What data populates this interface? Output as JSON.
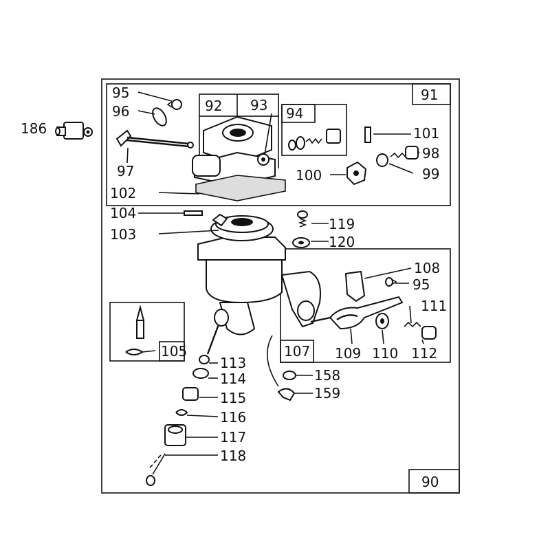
{
  "callouts": {
    "c186": "186",
    "c91": "91",
    "c92": "92",
    "c93": "93",
    "c94": "94",
    "c95a": "95",
    "c96": "96",
    "c97": "97",
    "c101": "101",
    "c98": "98",
    "c99": "99",
    "c100": "100",
    "c102": "102",
    "c104": "104",
    "c103": "103",
    "c119": "119",
    "c120": "120",
    "c108": "108",
    "c95b": "95",
    "c111": "111",
    "c105": "105",
    "c107": "107",
    "c109": "109",
    "c110": "110",
    "c112": "112",
    "c113": "113",
    "c114": "114",
    "c115": "115",
    "c116": "116",
    "c117": "117",
    "c118": "118",
    "c158": "158",
    "c159": "159",
    "c90": "90"
  }
}
